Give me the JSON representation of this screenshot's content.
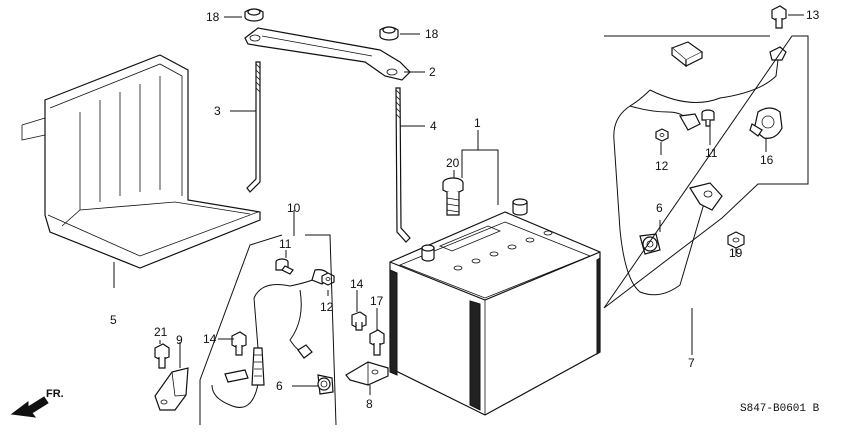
{
  "diagram": {
    "drawing_code": "S847-B0601 B",
    "front_marker": "FR.",
    "callouts": {
      "c1": "1",
      "c2": "2",
      "c3": "3",
      "c4": "4",
      "c5": "5",
      "c6a": "6",
      "c6b": "6",
      "c7": "7",
      "c8": "8",
      "c9": "9",
      "c10": "10",
      "c11a": "11",
      "c11b": "11",
      "c12a": "12",
      "c12b": "12",
      "c13": "13",
      "c14a": "14",
      "c14b": "14",
      "c16": "16",
      "c17": "17",
      "c18a": "18",
      "c18b": "18",
      "c19": "19",
      "c20": "20",
      "c21": "21"
    }
  }
}
